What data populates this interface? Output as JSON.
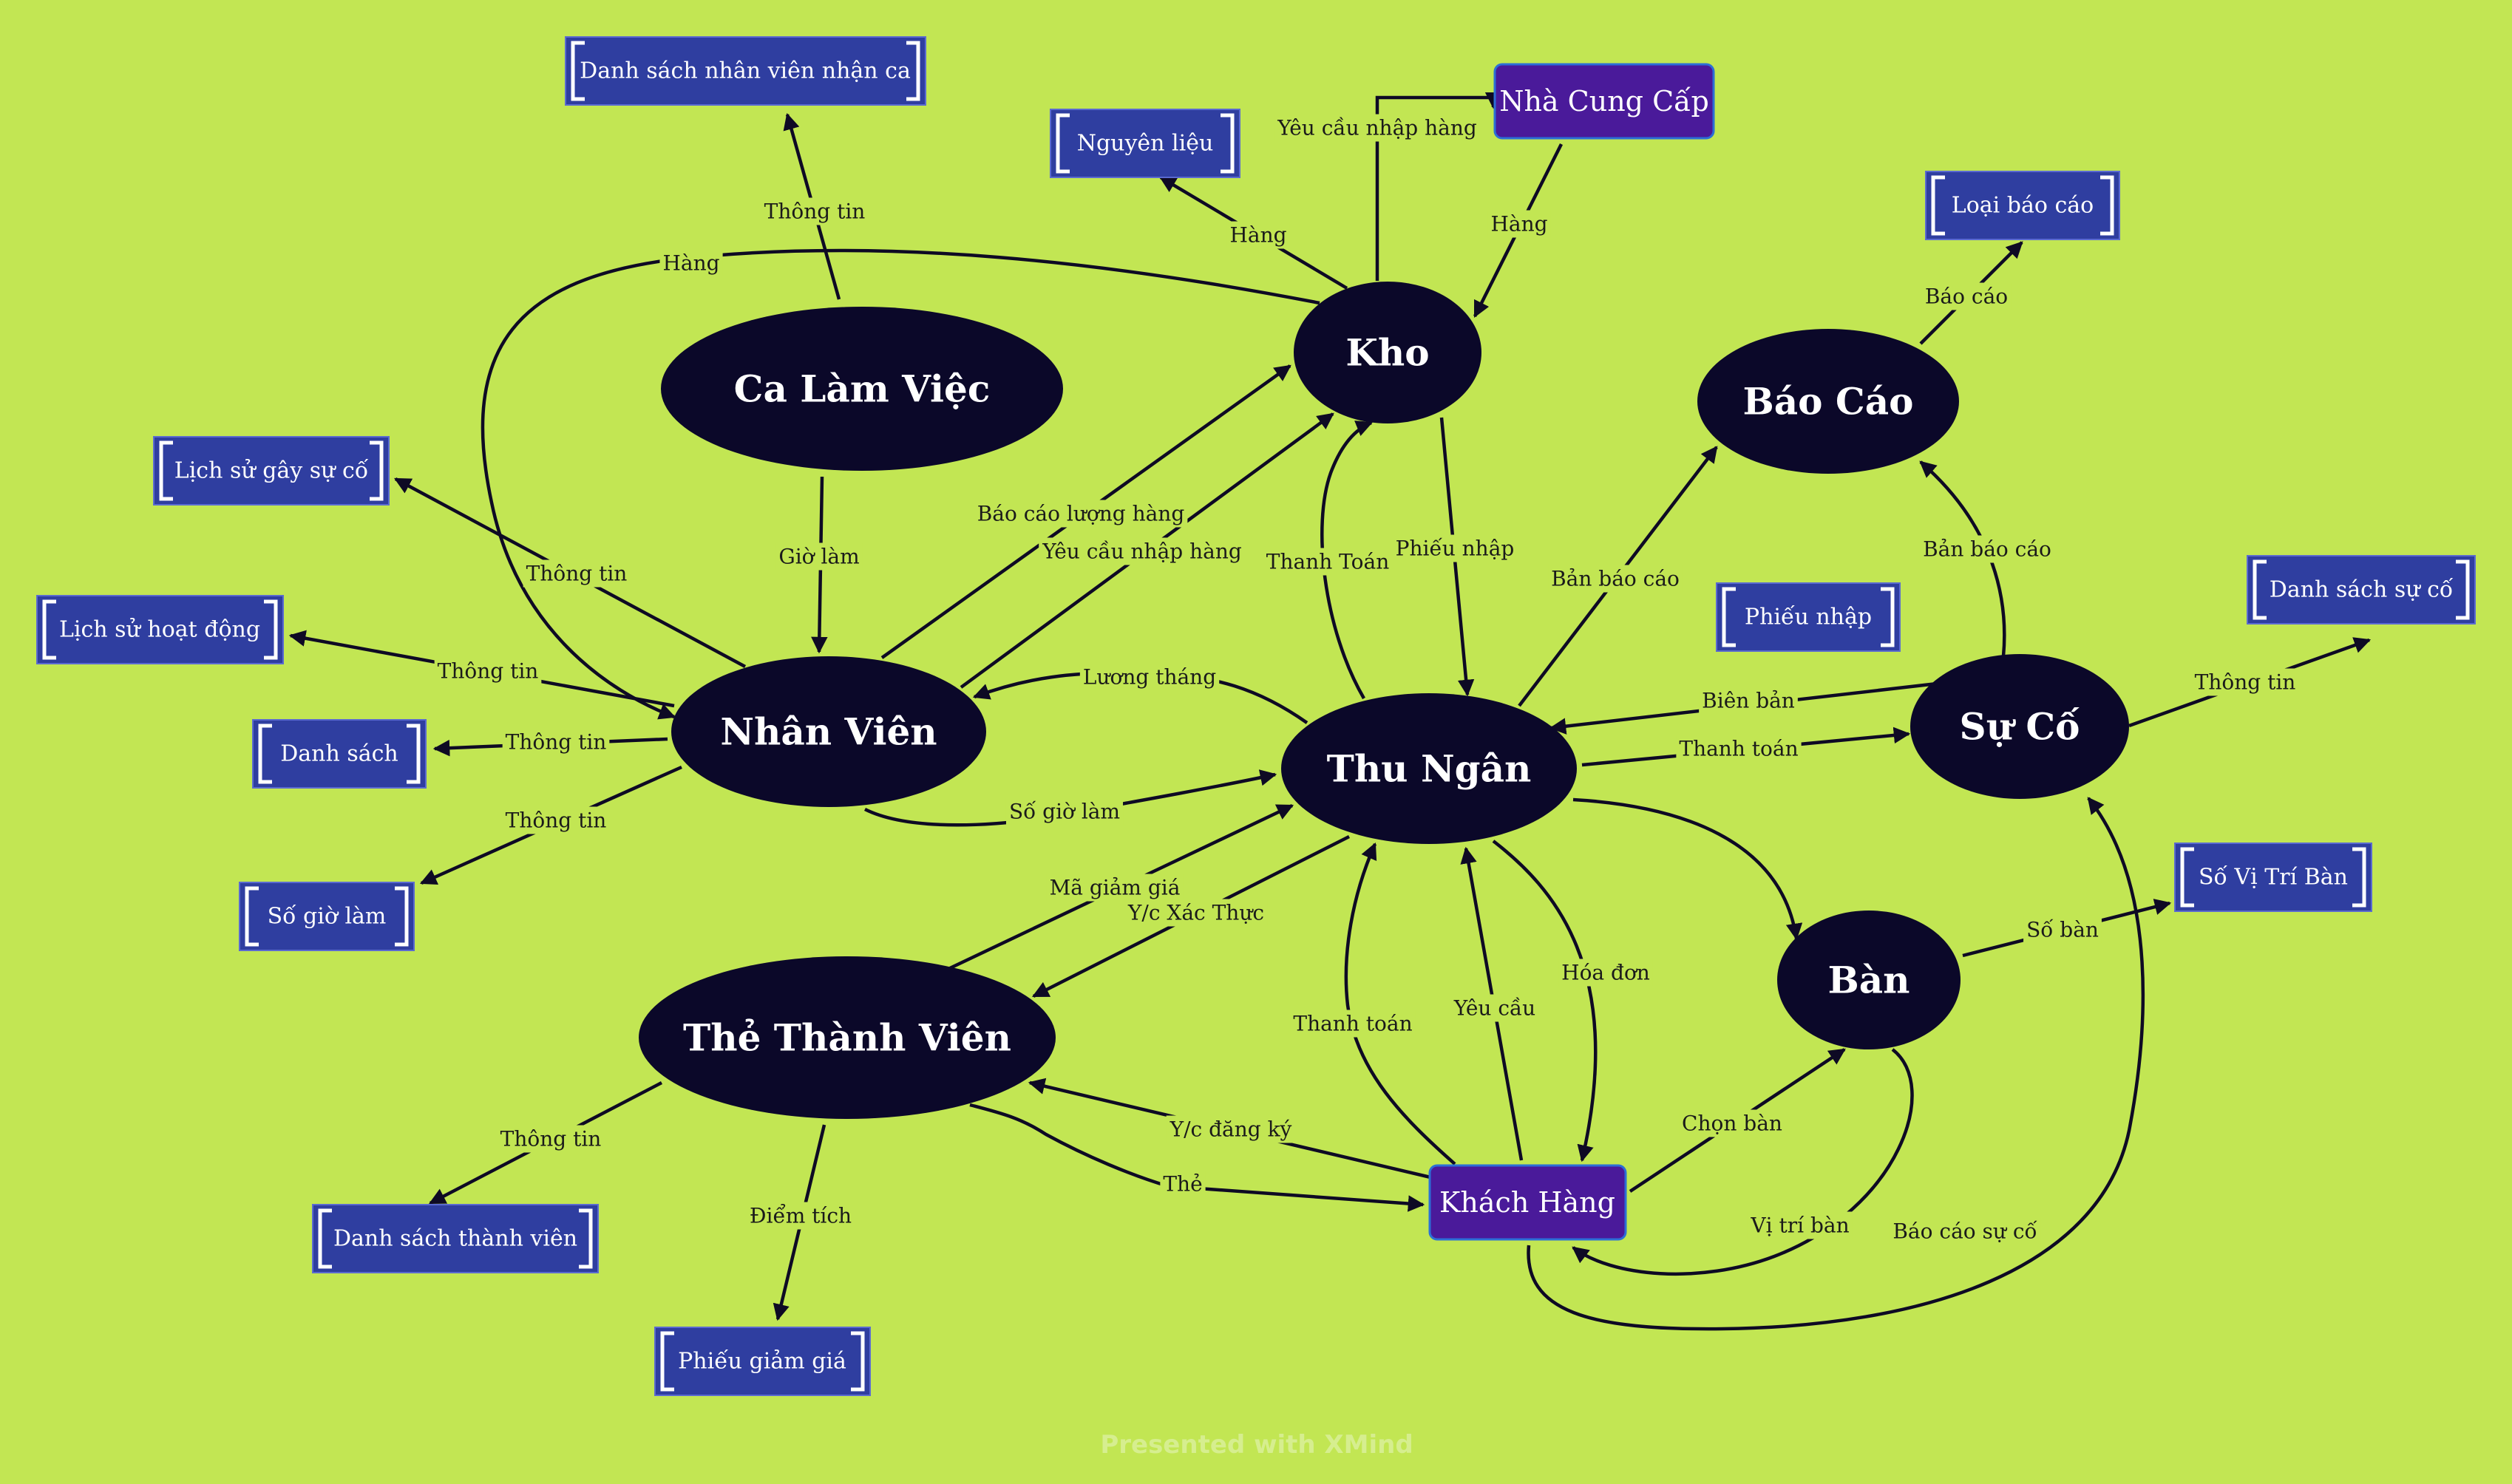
{
  "processes": {
    "kho": "Kho",
    "ca_lam_viec": "Ca Làm Việc",
    "bao_cao": "Báo Cáo",
    "nhan_vien": "Nhân Viên",
    "thu_ngan": "Thu Ngân",
    "su_co": "Sự Cố",
    "ban": "Bàn",
    "the_thanh_vien": "Thẻ Thành Viên"
  },
  "entities": {
    "nha_cung_cap": "Nhà Cung Cấp",
    "khach_hang": "Khách Hàng"
  },
  "stores": {
    "ds_nhan_vien_nhan_ca": "Danh sách nhân viên nhận ca",
    "nguyen_lieu": "Nguyên liệu",
    "loai_bao_cao": "Loại báo cáo",
    "lich_su_gay_su_co": "Lịch sử gây sự cố",
    "lich_su_hoat_dong": "Lịch sử hoạt động",
    "danh_sach": "Danh sách",
    "so_gio_lam": "Số giờ làm",
    "phieu_nhap": "Phiếu nhập",
    "ds_su_co": "Danh sách sự cố",
    "so_vi_tri_ban": "Số Vị Trí Bàn",
    "ds_thanh_vien": "Danh sách thành viên",
    "phieu_giam_gia": "Phiếu giảm giá"
  },
  "flows": {
    "ca_to_dsnv": "Thông tin",
    "hang_kho_nv": "Hàng",
    "kho_nguyen_lieu": "Hàng",
    "kho_ncc_yeu_cau": "Yêu cầu nhập hàng",
    "ncc_kho": "Hàng",
    "baocao_loai": "Báo cáo",
    "ca_nv_gio_lam": "Giờ làm",
    "nv_lich_su_gay": "Thông tin",
    "nv_lich_su_hd": "Thông tin",
    "nv_danh_sach": "Thông tin",
    "nv_so_gio": "Thông tin",
    "nv_kho_bao_cao": "Báo cáo lượng hàng",
    "nv_kho_yeu_cau": "Yêu cầu nhập hàng",
    "tn_kho_thanh_toan": "Thanh Toán",
    "kho_tn_phieu_nhap": "Phiếu nhập",
    "tn_nv_luong": "Lương tháng",
    "nv_tn_so_gio": "Số giờ làm",
    "tn_baocao": "Bản báo cáo",
    "suco_baocao": "Bản báo cáo",
    "suco_tn_bien_ban": "Biên bản",
    "tn_suco_thanh_toan": "Thanh toán",
    "suco_ds": "Thông tin",
    "ttv_tn_ma_giam": "Mã giảm giá",
    "tn_ttv_xac_thuc": "Y/c Xác Thực",
    "kh_tn_thanh_toan": "Thanh toán",
    "kh_tn_yeu_cau": "Yêu cầu",
    "tn_kh_hoa_don": "Hóa đơn",
    "ban_so_ban": "Số bàn",
    "kh_ban_chon": "Chọn bàn",
    "ban_kh_vi_tri": "Vị trí bàn",
    "kh_suco_bao_cao": "Báo cáo sự cố",
    "kh_ttv_dang_ky": "Y/c đăng ký",
    "ttv_kh_the": "Thẻ",
    "ttv_ds_thong_tin": "Thông tin",
    "ttv_phieu_diem": "Điểm tích"
  },
  "footer": "Presented with XMind",
  "colors": {
    "background": "#c2e653",
    "process": "#0b0829",
    "entity": "#4a1a9a",
    "store": "#2f3ea0",
    "edge": "#0e0a24"
  }
}
